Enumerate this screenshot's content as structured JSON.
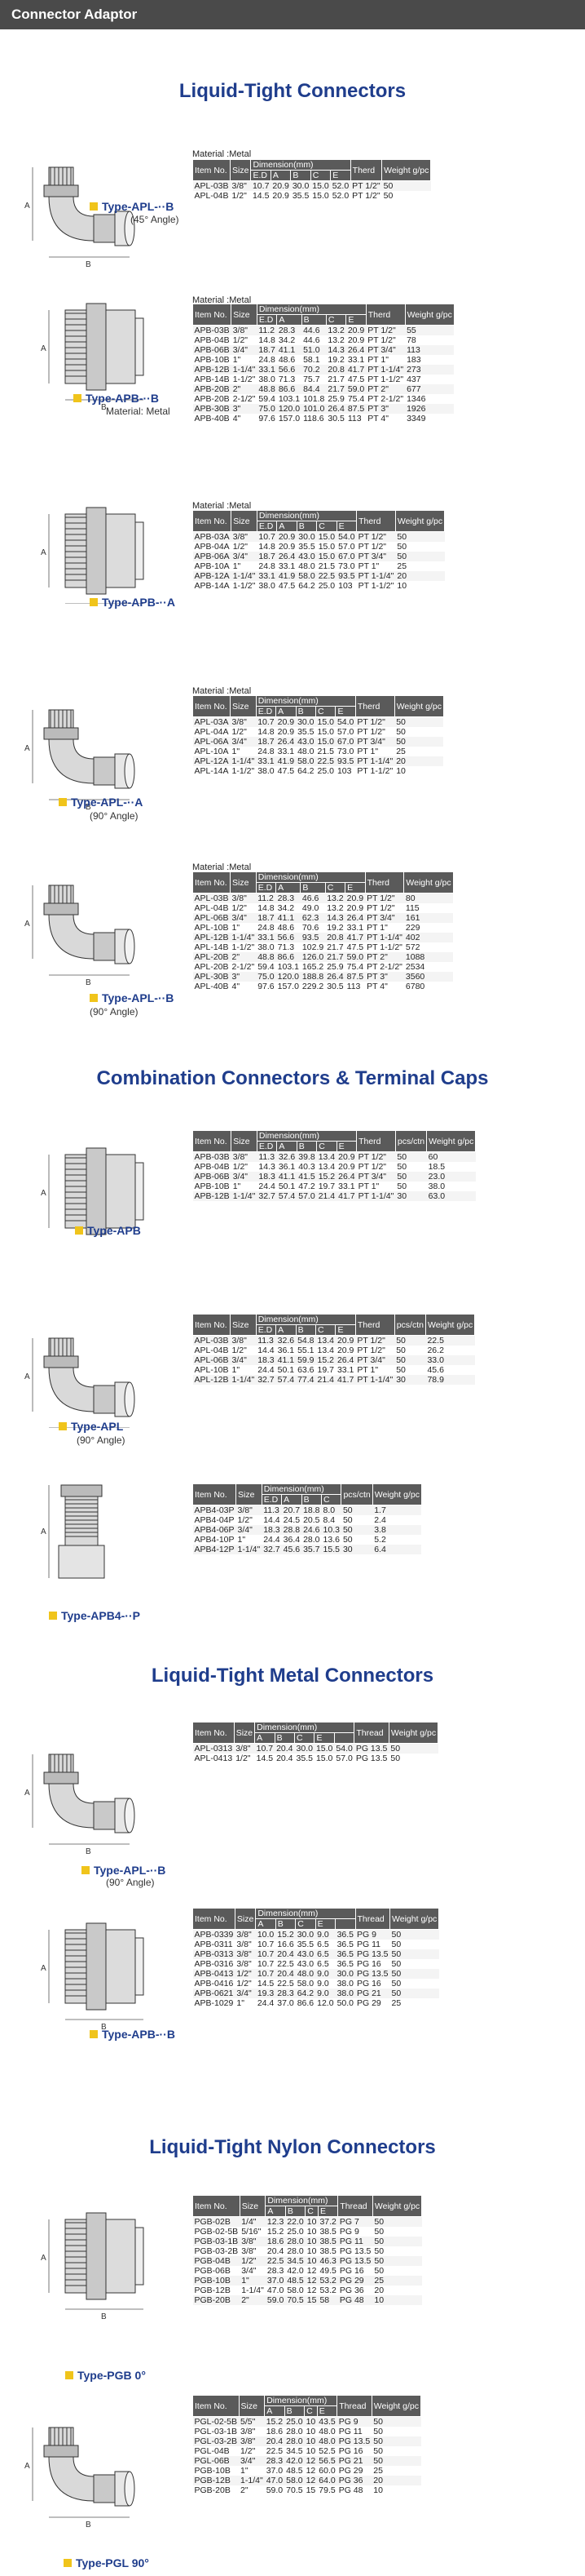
{
  "header": {
    "title": "Connector Adaptor"
  },
  "sections": {
    "s1": "Liquid-Tight Connectors",
    "s2": "Combination Connectors & Terminal Caps",
    "s3": "Liquid-Tight Metal Connectors",
    "s4": "Liquid-Tight Nylon Connectors"
  },
  "products": [
    {
      "type": "Type-APL-··B",
      "sub": "(45° Angle)",
      "material": "Material :Metal",
      "cols": [
        "Item No.",
        "Size",
        "Dimension(mm)",
        "Therd",
        "Weight g/pc"
      ],
      "sub_cols": [
        "E.D",
        "A",
        "B",
        "C",
        "E"
      ],
      "rows": [
        [
          "APL-03B",
          "3/8\"",
          "10.7",
          "20.9",
          "30.0",
          "15.0",
          "52.0",
          "PT 1/2\"",
          "50"
        ],
        [
          "APL-04B",
          "1/2\"",
          "14.5",
          "20.9",
          "35.5",
          "15.0",
          "52.0",
          "PT 1/2\"",
          "50"
        ]
      ]
    },
    {
      "type": "Type-APB-··B",
      "sub": "Material: Metal",
      "material": "Material :Metal",
      "cols": [
        "Item No.",
        "Size",
        "Dimension(mm)",
        "Therd",
        "Weight g/pc"
      ],
      "sub_cols": [
        "E.D",
        "A",
        "B",
        "C",
        "E"
      ],
      "rows": [
        [
          "APB-03B",
          "3/8\"",
          "11.2",
          "28.3",
          "44.6",
          "13.2",
          "20.9",
          "PT 1/2\"",
          "55"
        ],
        [
          "APB-04B",
          "1/2\"",
          "14.8",
          "34.2",
          "44.6",
          "13.2",
          "20.9",
          "PT 1/2\"",
          "78"
        ],
        [
          "APB-06B",
          "3/4\"",
          "18.7",
          "41.1",
          "51.0",
          "14.3",
          "26.4",
          "PT 3/4\"",
          "113"
        ],
        [
          "APB-10B",
          "1\"",
          "24.8",
          "48.6",
          "58.1",
          "19.2",
          "33.1",
          "PT 1\"",
          "183"
        ],
        [
          "APB-12B",
          "1-1/4\"",
          "33.1",
          "56.6",
          "70.2",
          "20.8",
          "41.7",
          "PT 1-1/4\"",
          "273"
        ],
        [
          "APB-14B",
          "1-1/2\"",
          "38.0",
          "71.3",
          "75.7",
          "21.7",
          "47.5",
          "PT 1-1/2\"",
          "437"
        ],
        [
          "APB-20B",
          "2\"",
          "48.8",
          "86.6",
          "84.4",
          "21.7",
          "59.0",
          "PT 2\"",
          "677"
        ],
        [
          "APB-20B",
          "2-1/2\"",
          "59.4",
          "103.1",
          "101.8",
          "25.9",
          "75.4",
          "PT 2-1/2\"",
          "1346"
        ],
        [
          "APB-30B",
          "3\"",
          "75.0",
          "120.0",
          "101.0",
          "26.4",
          "87.5",
          "PT 3\"",
          "1926"
        ],
        [
          "APB-40B",
          "4\"",
          "97.6",
          "157.0",
          "118.6",
          "30.5",
          "113",
          "PT 4\"",
          "3349"
        ]
      ]
    },
    {
      "type": "Type-APB-··A",
      "sub": "",
      "material": "Material :Metal",
      "cols": [
        "Item No.",
        "Size",
        "Dimension(mm)",
        "Therd",
        "Weight g/pc"
      ],
      "sub_cols": [
        "E.D",
        "A",
        "B",
        "C",
        "E"
      ],
      "rows": [
        [
          "APB-03A",
          "3/8\"",
          "10.7",
          "20.9",
          "30.0",
          "15.0",
          "54.0",
          "PT 1/2\"",
          "50"
        ],
        [
          "APB-04A",
          "1/2\"",
          "14.8",
          "20.9",
          "35.5",
          "15.0",
          "57.0",
          "PT 1/2\"",
          "50"
        ],
        [
          "APB-06A",
          "3/4\"",
          "18.7",
          "26.4",
          "43.0",
          "15.0",
          "67.0",
          "PT 3/4\"",
          "50"
        ],
        [
          "APB-10A",
          "1\"",
          "24.8",
          "33.1",
          "48.0",
          "21.5",
          "73.0",
          "PT 1\"",
          "25"
        ],
        [
          "APB-12A",
          "1-1/4\"",
          "33.1",
          "41.9",
          "58.0",
          "22.5",
          "93.5",
          "PT 1-1/4\"",
          "20"
        ],
        [
          "APB-14A",
          "1-1/2\"",
          "38.0",
          "47.5",
          "64.2",
          "25.0",
          "103",
          "PT 1-1/2\"",
          "10"
        ]
      ]
    },
    {
      "type": "Type-APL-··A",
      "sub": "(90° Angle)",
      "material": "Material :Metal",
      "cols": [
        "Item No.",
        "Size",
        "Dimension(mm)",
        "Therd",
        "Weight g/pc"
      ],
      "sub_cols": [
        "E.D",
        "A",
        "B",
        "C",
        "E"
      ],
      "rows": [
        [
          "APL-03A",
          "3/8\"",
          "10.7",
          "20.9",
          "30.0",
          "15.0",
          "54.0",
          "PT 1/2\"",
          "50"
        ],
        [
          "APL-04A",
          "1/2\"",
          "14.8",
          "20.9",
          "35.5",
          "15.0",
          "57.0",
          "PT 1/2\"",
          "50"
        ],
        [
          "APL-06A",
          "3/4\"",
          "18.7",
          "26.4",
          "43.0",
          "15.0",
          "67.0",
          "PT 3/4\"",
          "50"
        ],
        [
          "APL-10A",
          "1\"",
          "24.8",
          "33.1",
          "48.0",
          "21.5",
          "73.0",
          "PT 1\"",
          "25"
        ],
        [
          "APL-12A",
          "1-1/4\"",
          "33.1",
          "41.9",
          "58.0",
          "22.5",
          "93.5",
          "PT 1-1/4\"",
          "20"
        ],
        [
          "APL-14A",
          "1-1/2\"",
          "38.0",
          "47.5",
          "64.2",
          "25.0",
          "103",
          "PT 1-1/2\"",
          "10"
        ]
      ]
    },
    {
      "type": "Type-APL-··B",
      "sub": "(90° Angle)",
      "material": "Material :Metal",
      "cols": [
        "Item No.",
        "Size",
        "Dimension(mm)",
        "Therd",
        "Weight g/pc"
      ],
      "sub_cols": [
        "E.D",
        "A",
        "B",
        "C",
        "E"
      ],
      "rows": [
        [
          "APL-03B",
          "3/8\"",
          "11.2",
          "28.3",
          "46.6",
          "13.2",
          "20.9",
          "PT 1/2\"",
          "80"
        ],
        [
          "APL-04B",
          "1/2\"",
          "14.8",
          "34.2",
          "49.0",
          "13.2",
          "20.9",
          "PT 1/2\"",
          "115"
        ],
        [
          "APL-06B",
          "3/4\"",
          "18.7",
          "41.1",
          "62.3",
          "14.3",
          "26.4",
          "PT 3/4\"",
          "161"
        ],
        [
          "APL-10B",
          "1\"",
          "24.8",
          "48.6",
          "70.6",
          "19.2",
          "33.1",
          "PT 1\"",
          "229"
        ],
        [
          "APL-12B",
          "1-1/4\"",
          "33.1",
          "56.6",
          "93.5",
          "20.8",
          "41.7",
          "PT 1-1/4\"",
          "402"
        ],
        [
          "APL-14B",
          "1-1/2\"",
          "38.0",
          "71.3",
          "102.9",
          "21.7",
          "47.5",
          "PT 1-1/2\"",
          "572"
        ],
        [
          "APL-20B",
          "2\"",
          "48.8",
          "86.6",
          "126.0",
          "21.7",
          "59.0",
          "PT 2\"",
          "1088"
        ],
        [
          "APL-20B",
          "2-1/2\"",
          "59.4",
          "103.1",
          "165.2",
          "25.9",
          "75.4",
          "PT 2-1/2\"",
          "2534"
        ],
        [
          "APL-30B",
          "3\"",
          "75.0",
          "120.0",
          "188.8",
          "26.4",
          "87.5",
          "PT 3\"",
          "3560"
        ],
        [
          "APL-40B",
          "4\"",
          "97.6",
          "157.0",
          "229.2",
          "30.5",
          "113",
          "PT 4\"",
          "6780"
        ]
      ]
    },
    {
      "type": "Type-APB",
      "sub": "",
      "material": "",
      "cols": [
        "Item No.",
        "Size",
        "Dimension(mm)",
        "Therd",
        "pcs/ctn",
        "Weight g/pc"
      ],
      "sub_cols": [
        "E.D",
        "A",
        "B",
        "C",
        "E"
      ],
      "rows": [
        [
          "APB-03B",
          "3/8\"",
          "11.3",
          "32.6",
          "39.8",
          "13.4",
          "20.9",
          "PT 1/2\"",
          "50",
          "60"
        ],
        [
          "APB-04B",
          "1/2\"",
          "14.3",
          "36.1",
          "40.3",
          "13.4",
          "20.9",
          "PT 1/2\"",
          "50",
          "18.5"
        ],
        [
          "APB-06B",
          "3/4\"",
          "18.3",
          "41.1",
          "41.5",
          "15.2",
          "26.4",
          "PT 3/4\"",
          "50",
          "23.0"
        ],
        [
          "APB-10B",
          "1\"",
          "24.4",
          "50.1",
          "47.2",
          "19.7",
          "33.1",
          "PT 1\"",
          "50",
          "38.0"
        ],
        [
          "APB-12B",
          "1-1/4\"",
          "32.7",
          "57.4",
          "57.0",
          "21.4",
          "41.7",
          "PT 1-1/4\"",
          "30",
          "63.0"
        ]
      ]
    },
    {
      "type": "Type-APL",
      "sub": "(90° Angle)",
      "material": "",
      "cols": [
        "Item No.",
        "Size",
        "Dimension(mm)",
        "Therd",
        "pcs/ctn",
        "Weight g/pc"
      ],
      "sub_cols": [
        "E.D",
        "A",
        "B",
        "C",
        "E"
      ],
      "rows": [
        [
          "APL-03B",
          "3/8\"",
          "11.3",
          "32.6",
          "54.8",
          "13.4",
          "20.9",
          "PT 1/2\"",
          "50",
          "22.5"
        ],
        [
          "APL-04B",
          "1/2\"",
          "14.4",
          "36.1",
          "55.1",
          "13.4",
          "20.9",
          "PT 1/2\"",
          "50",
          "26.2"
        ],
        [
          "APL-06B",
          "3/4\"",
          "18.3",
          "41.1",
          "59.9",
          "15.2",
          "26.4",
          "PT 3/4\"",
          "50",
          "33.0"
        ],
        [
          "APL-10B",
          "1\"",
          "24.4",
          "50.1",
          "63.6",
          "19.7",
          "33.1",
          "PT 1\"",
          "50",
          "45.6"
        ],
        [
          "APL-12B",
          "1-1/4\"",
          "32.7",
          "57.4",
          "77.4",
          "21.4",
          "41.7",
          "PT 1-1/4\"",
          "30",
          "78.9"
        ]
      ]
    },
    {
      "type": "Type-APB4-··P",
      "sub": "",
      "material": "",
      "cols": [
        "Item No.",
        "Size",
        "Dimension(mm)",
        "pcs/ctn",
        "Weight g/pc"
      ],
      "sub_cols": [
        "E.D",
        "A",
        "B",
        "C"
      ],
      "rows": [
        [
          "APB4-03P",
          "3/8\"",
          "11.3",
          "20.7",
          "18.8",
          "8.0",
          "50",
          "1.7"
        ],
        [
          "APB4-04P",
          "1/2\"",
          "14.4",
          "24.5",
          "20.5",
          "8.4",
          "50",
          "2.4"
        ],
        [
          "APB4-06P",
          "3/4\"",
          "18.3",
          "28.8",
          "24.6",
          "10.3",
          "50",
          "3.8"
        ],
        [
          "APB4-10P",
          "1\"",
          "24.4",
          "36.4",
          "28.0",
          "13.6",
          "50",
          "5.2"
        ],
        [
          "APB4-12P",
          "1-1/4\"",
          "32.7",
          "45.6",
          "35.7",
          "15.5",
          "30",
          "6.4"
        ]
      ]
    },
    {
      "type": "Type-APL-··B",
      "sub": "(90° Angle)",
      "material": "",
      "cols": [
        "Item No.",
        "Size",
        "Dimension(mm)",
        "Thread",
        "Weight g/pc"
      ],
      "sub_cols": [
        "A",
        "B",
        "C",
        "E"
      ],
      "rows": [
        [
          "APL-0313",
          "3/8\"",
          "10.7",
          "20.4",
          "30.0",
          "15.0",
          "54.0",
          "PG 13.5",
          "50"
        ],
        [
          "APL-0413",
          "1/2\"",
          "14.5",
          "20.4",
          "35.5",
          "15.0",
          "57.0",
          "PG 13.5",
          "50"
        ]
      ]
    },
    {
      "type": "Type-APB-··B",
      "sub": "",
      "material": "",
      "cols": [
        "Item No.",
        "Size",
        "Dimension(mm)",
        "Thread",
        "Weight g/pc"
      ],
      "sub_cols": [
        "A",
        "B",
        "C",
        "E"
      ],
      "rows": [
        [
          "APB-0339",
          "3/8\"",
          "10.0",
          "15.2",
          "30.0",
          "9.0",
          "36.5",
          "PG 9",
          "50"
        ],
        [
          "APB-0311",
          "3/8\"",
          "10.7",
          "16.6",
          "35.5",
          "6.5",
          "36.5",
          "PG 11",
          "50"
        ],
        [
          "APB-0313",
          "3/8\"",
          "10.7",
          "20.4",
          "43.0",
          "6.5",
          "36.5",
          "PG 13.5",
          "50"
        ],
        [
          "APB-0316",
          "3/8\"",
          "10.7",
          "22.5",
          "43.0",
          "6.5",
          "36.5",
          "PG 16",
          "50"
        ],
        [
          "APB-0413",
          "1/2\"",
          "10.7",
          "20.4",
          "48.0",
          "9.0",
          "30.0",
          "PG 13.5",
          "50"
        ],
        [
          "APB-0416",
          "1/2\"",
          "14.5",
          "22.5",
          "58.0",
          "9.0",
          "38.0",
          "PG 16",
          "50"
        ],
        [
          "APB-0621",
          "3/4\"",
          "19.3",
          "28.3",
          "64.2",
          "9.0",
          "38.0",
          "PG 21",
          "50"
        ],
        [
          "APB-1029",
          "1\"",
          "24.4",
          "37.0",
          "86.6",
          "12.0",
          "50.0",
          "PG 29",
          "25"
        ]
      ]
    },
    {
      "type": "Type-PGB 0°",
      "sub": "",
      "material": "",
      "cols": [
        "Item No.",
        "Size",
        "Dimension(mm)",
        "Thread",
        "Weight g/pc"
      ],
      "sub_cols": [
        "A",
        "B",
        "C",
        "E"
      ],
      "rows": [
        [
          "PGB-02B",
          "1/4\"",
          "12.3",
          "22.0",
          "10",
          "37.2",
          "PG 7",
          "50"
        ],
        [
          "PGB-02-5B",
          "5/16\"",
          "15.2",
          "25.0",
          "10",
          "38.5",
          "PG 9",
          "50"
        ],
        [
          "PGB-03-1B",
          "3/8\"",
          "18.6",
          "28.0",
          "10",
          "38.5",
          "PG 11",
          "50"
        ],
        [
          "PGB-03-2B",
          "3/8\"",
          "20.4",
          "28.0",
          "10",
          "38.5",
          "PG 13.5",
          "50"
        ],
        [
          "PGB-04B",
          "1/2\"",
          "22.5",
          "34.5",
          "10",
          "46.3",
          "PG 13.5",
          "50"
        ],
        [
          "PGB-06B",
          "3/4\"",
          "28.3",
          "42.0",
          "12",
          "49.5",
          "PG 16",
          "50"
        ],
        [
          "PGB-10B",
          "1\"",
          "37.0",
          "48.5",
          "12",
          "53.2",
          "PG 29",
          "25"
        ],
        [
          "PGB-12B",
          "1-1/4\"",
          "47.0",
          "58.0",
          "12",
          "53.2",
          "PG 36",
          "20"
        ],
        [
          "PGB-20B",
          "2\"",
          "59.0",
          "70.5",
          "15",
          "58",
          "PG 48",
          "10"
        ]
      ]
    },
    {
      "type": "Type-PGL 90°",
      "sub": "",
      "material": "",
      "cols": [
        "Item No.",
        "Size",
        "Dimension(mm)",
        "Thread",
        "Weight g/pc"
      ],
      "sub_cols": [
        "A",
        "B",
        "C",
        "E"
      ],
      "rows": [
        [
          "PGL-02-5B",
          "5/5\"",
          "15.2",
          "25.0",
          "10",
          "43.5",
          "PG 9",
          "50"
        ],
        [
          "PGL-03-1B",
          "3/8\"",
          "18.6",
          "28.0",
          "10",
          "48.0",
          "PG 11",
          "50"
        ],
        [
          "PGL-03-2B",
          "3/8\"",
          "20.4",
          "28.0",
          "10",
          "48.0",
          "PG 13.5",
          "50"
        ],
        [
          "PGL-04B",
          "1/2\"",
          "22.5",
          "34.5",
          "10",
          "52.5",
          "PG 16",
          "50"
        ],
        [
          "PGL-06B",
          "3/4\"",
          "28.3",
          "42.0",
          "12",
          "56.5",
          "PG 21",
          "50"
        ],
        [
          "PGB-10B",
          "1\"",
          "37.0",
          "48.5",
          "12",
          "60.0",
          "PG 29",
          "25"
        ],
        [
          "PGB-12B",
          "1-1/4\"",
          "47.0",
          "58.0",
          "12",
          "64.0",
          "PG 36",
          "20"
        ],
        [
          "PGB-20B",
          "2\"",
          "59.0",
          "70.5",
          "15",
          "79.5",
          "PG 48",
          "10"
        ]
      ]
    }
  ]
}
